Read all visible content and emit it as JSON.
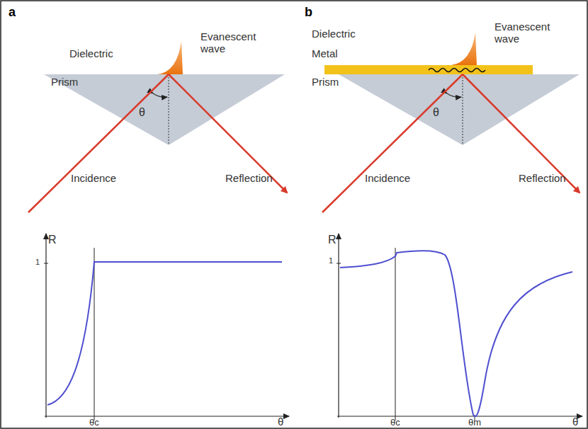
{
  "diagram": {
    "labels": [
      "a",
      "Dielectric",
      "Prism",
      "Evanescent wave",
      "θ",
      "Incidence",
      "Reflection",
      "R",
      "1",
      "θc",
      "θ",
      "b",
      "Dielectric",
      "Metal",
      "Prism",
      "Evanescent wave",
      "θ",
      "Incidence",
      "Reflection",
      "R",
      "1",
      "θc",
      "θm",
      "θ"
    ]
  }
}
